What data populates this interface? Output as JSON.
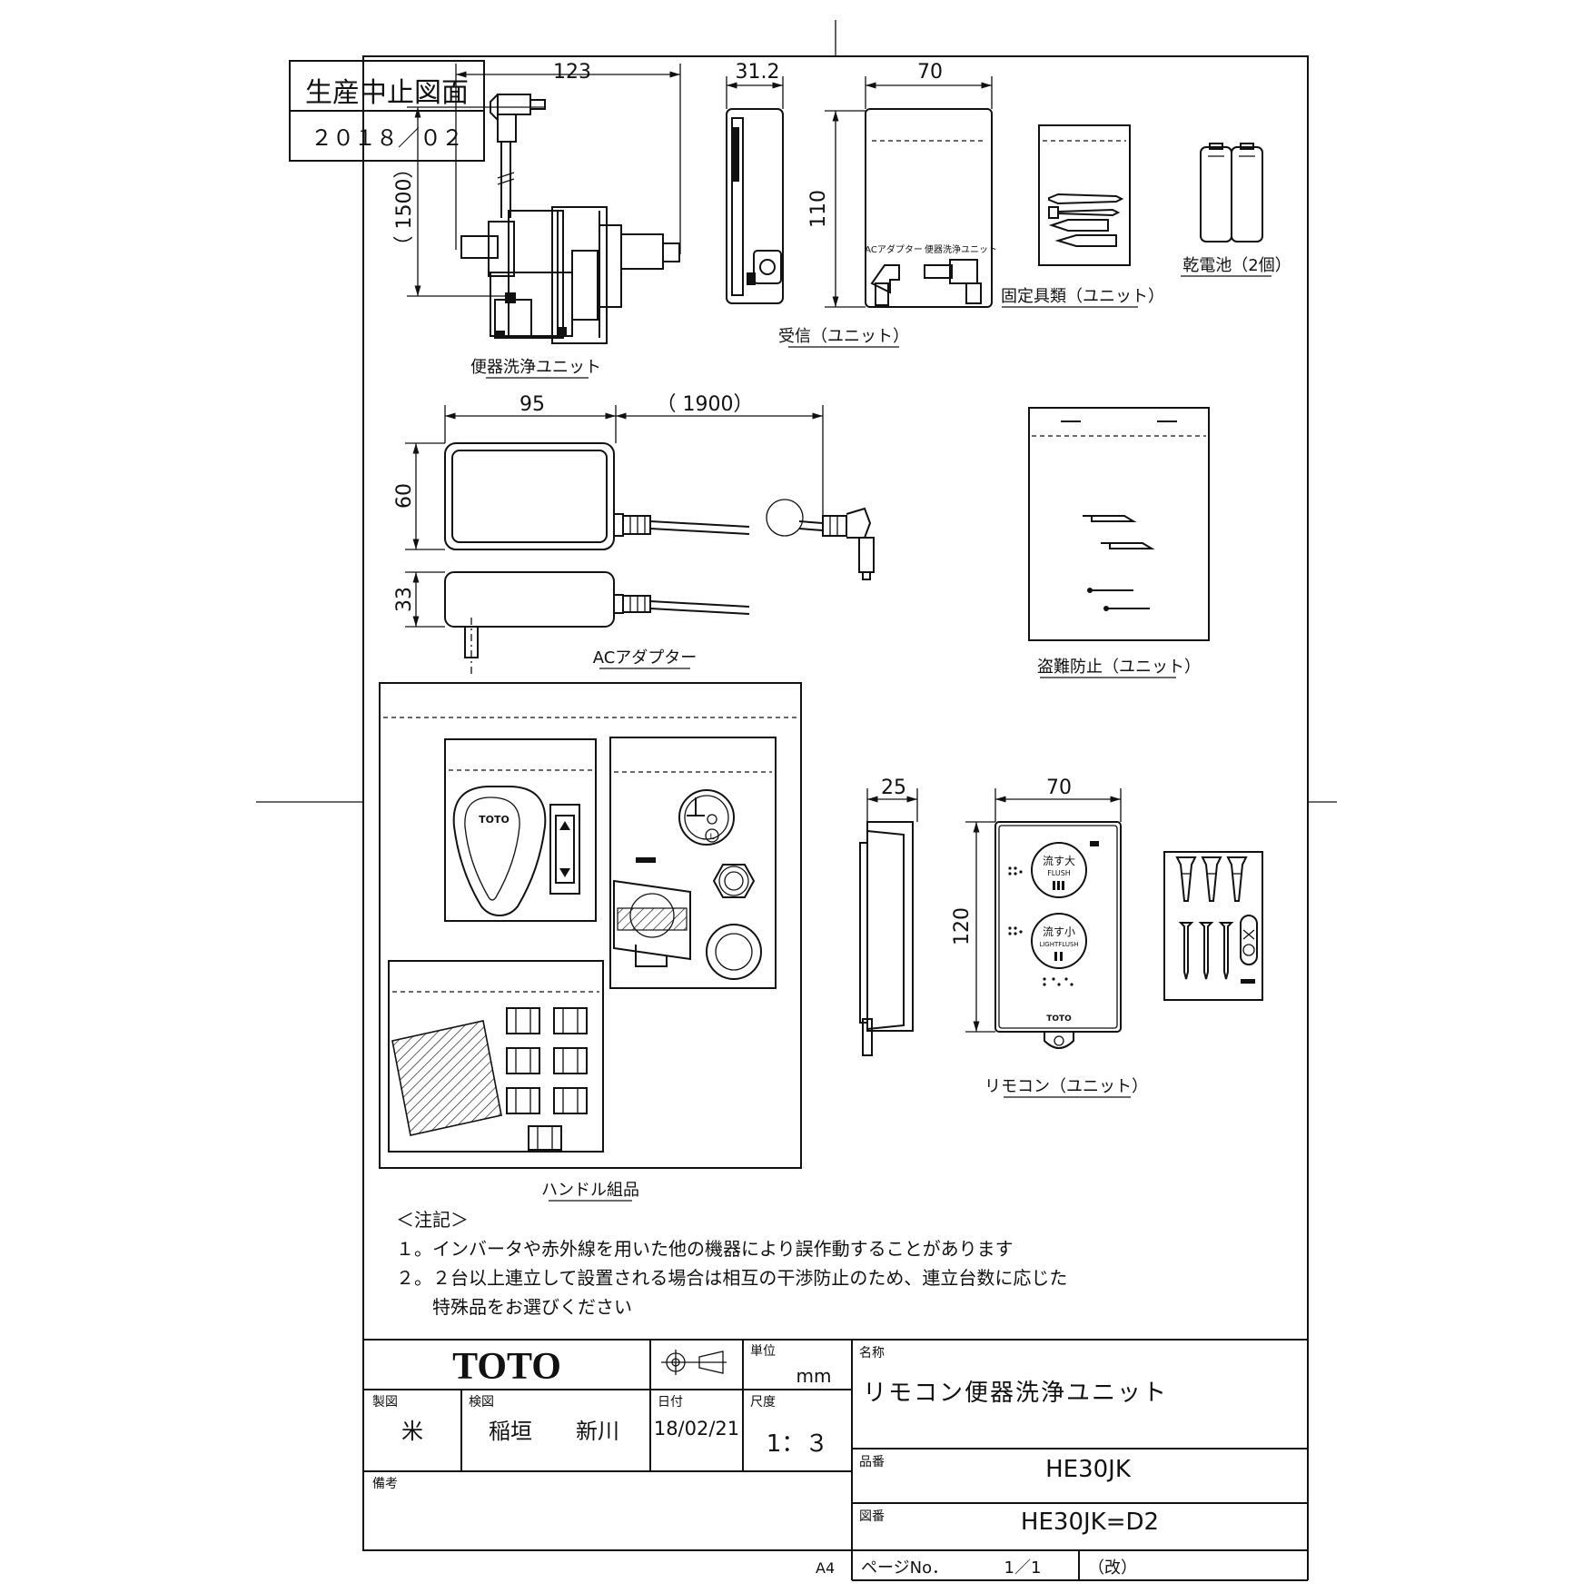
{
  "stamp": {
    "title": "生産中止図面",
    "date": "２０１８／０２"
  },
  "dimensions": {
    "flush_unit_width": "123",
    "flush_unit_cable": "（ 1500）",
    "receiver_depth": "31.2",
    "receiver_width": "70",
    "receiver_height": "110",
    "adapter_width": "95",
    "adapter_cable": "（ 1900）",
    "adapter_height": "60",
    "adapter_depth": "33",
    "remote_depth": "25",
    "remote_width": "70",
    "remote_height": "120"
  },
  "parts": {
    "flush_unit": "便器洗浄ユニット",
    "receiver": "受信（ユニット）",
    "fixings": "固定具類（ユニット）",
    "batteries": "乾電池（2個）",
    "ac_adapter": "ACアダプター",
    "anti_theft": "盗難防止（ユニット）",
    "handle_set": "ハンドル組品",
    "remote": "リモコン（ユニット）"
  },
  "bag_labels": {
    "ac": "ACアダプター",
    "flush": "便器洗浄ユニット"
  },
  "remote_face": {
    "big_label": "流す大",
    "big_sub": "FLUSH",
    "small_label": "流す小",
    "small_sub": "LIGHTFLUSH",
    "brand": "TOTO"
  },
  "handle_brand": "TOTO",
  "notes": {
    "heading": "＜注記＞",
    "items": [
      "１。インバータや赤外線を用いた他の機器により誤作動することがあります",
      "２。２台以上連立して設置される場合は相互の干渉防止のため、連立台数に応じた",
      "特殊品をお選びください"
    ]
  },
  "title_block": {
    "brand": "TOTO",
    "unit_label": "単位",
    "unit": "mm",
    "name_label": "名称",
    "name": "リモコン便器洗浄ユニット",
    "drawn_label": "製図",
    "drawn": "米",
    "checked_label": "検図",
    "checked_1": "稲垣",
    "checked_2": "新川",
    "date_label": "日付",
    "date": "18/02/21",
    "scale_label": "尺度",
    "scale": "1：３",
    "part_no_label": "品番",
    "part_no": "HE30JK",
    "drawing_no_label": "図番",
    "drawing_no": "HE30JK=D2",
    "remarks_label": "備考",
    "paper": "A4",
    "page_label": "ページNo．",
    "page": "1／1",
    "revision": "（改）"
  }
}
